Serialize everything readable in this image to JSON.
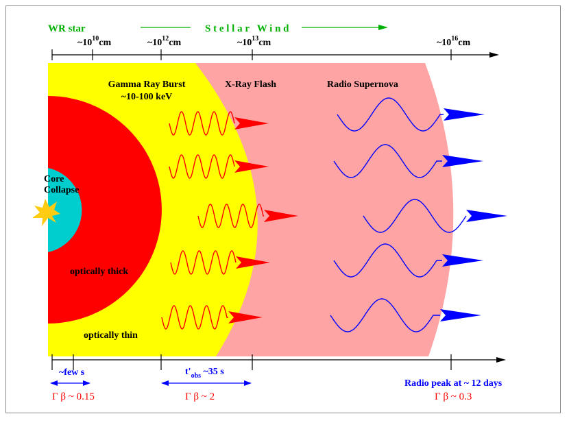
{
  "top": {
    "wr_star": "WR star",
    "stellar_wind": "S t e l l a r   W i n d",
    "scale": [
      {
        "pre": "~10",
        "exp": "10",
        "unit": "cm"
      },
      {
        "pre": "~10",
        "exp": "12",
        "unit": "cm"
      },
      {
        "pre": "~10",
        "exp": "13",
        "unit": "cm"
      },
      {
        "pre": "~10",
        "exp": "16",
        "unit": "cm"
      }
    ]
  },
  "regions": {
    "gamma_title": "Gamma Ray Burst",
    "gamma_energy": "~10-100 keV",
    "xray": "X-Ray Flash",
    "radio": "Radio Supernova",
    "core_line1": "Core",
    "core_line2": "Collapse",
    "optically_thick": "optically thick",
    "optically_thin": "optically thin"
  },
  "bottom": {
    "few_s": "~few s",
    "gamma1": "Γ β ~ 0.15",
    "tobs_pre": "t'",
    "tobs_sub": "obs",
    "tobs_post": " ~35 s",
    "gamma2": "Γ β ~ 2",
    "radio_peak": "Radio peak at ~ 12 days",
    "gamma3": "Γ β ~ 0.3"
  },
  "colors": {
    "yellow": "#ffff00",
    "red": "#ff0000",
    "cyan": "#00cdcd",
    "pink": "#ffa4a4",
    "green": "#00b000",
    "blue": "#0000ff",
    "star": "#ffcc11"
  }
}
